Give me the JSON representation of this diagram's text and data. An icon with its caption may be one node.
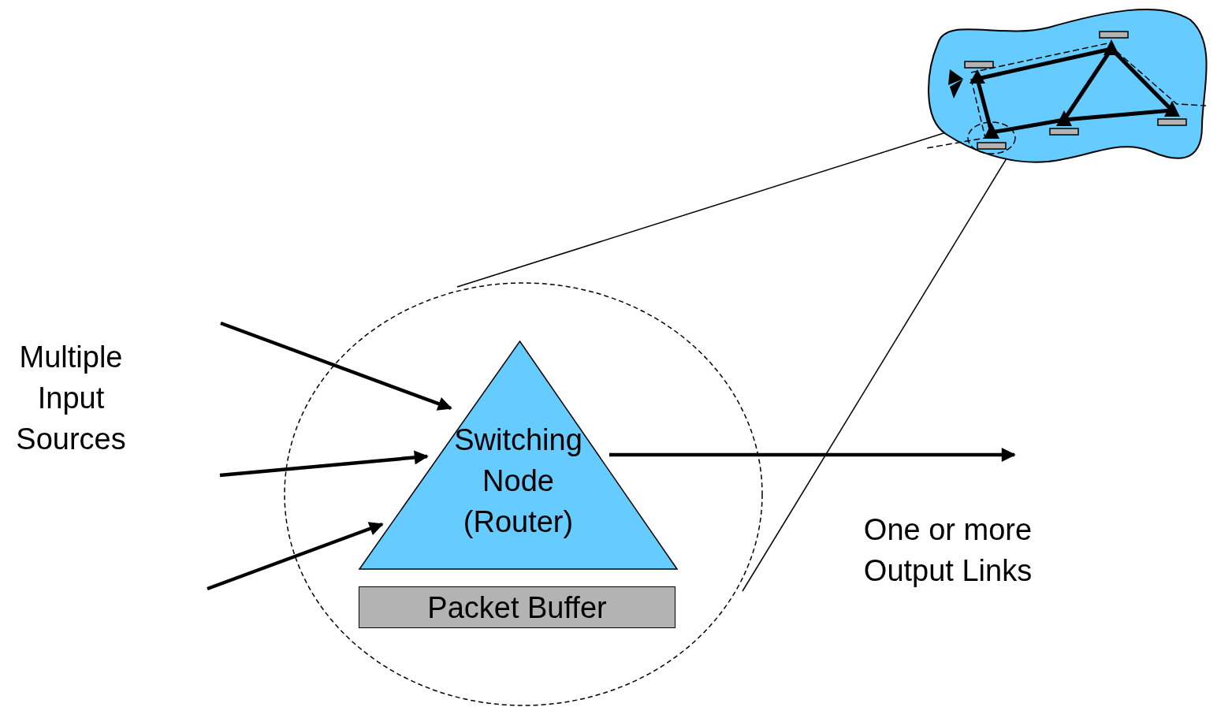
{
  "diagram": {
    "nodes": [
      {
        "text": [
          "Multiple Input Sources"
        ]
      },
      {
        "text": [
          "Switching Node (Router)"
        ]
      },
      {
        "text": [
          "Packet Buffer"
        ]
      },
      {
        "text": [
          "One or more Output Links"
        ]
      }
    ],
    "edges": [
      {
        "from": null,
        "to": 1,
        "arrow": "to"
      },
      {
        "from": null,
        "to": 1,
        "arrow": "to"
      },
      {
        "from": null,
        "to": 1,
        "arrow": "to"
      },
      {
        "from": 1,
        "to": null,
        "arrow": "to"
      }
    ]
  }
}
